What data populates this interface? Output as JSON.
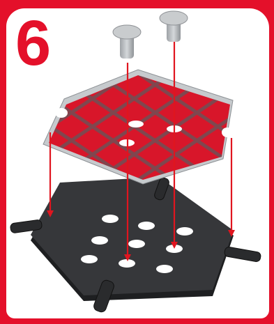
{
  "step": {
    "number": "6"
  },
  "parts": [
    {
      "name": "red-patterned-plate"
    },
    {
      "name": "black-hexagonal-base"
    },
    {
      "name": "grey-connector-peg"
    }
  ],
  "colors": {
    "frame": "#e4102a",
    "plate_red": "#d8162a",
    "plate_rim": "#b9bdc2",
    "base": "#2c2d2f",
    "arrow": "#e0151f",
    "peg": "#bfc2c5"
  }
}
